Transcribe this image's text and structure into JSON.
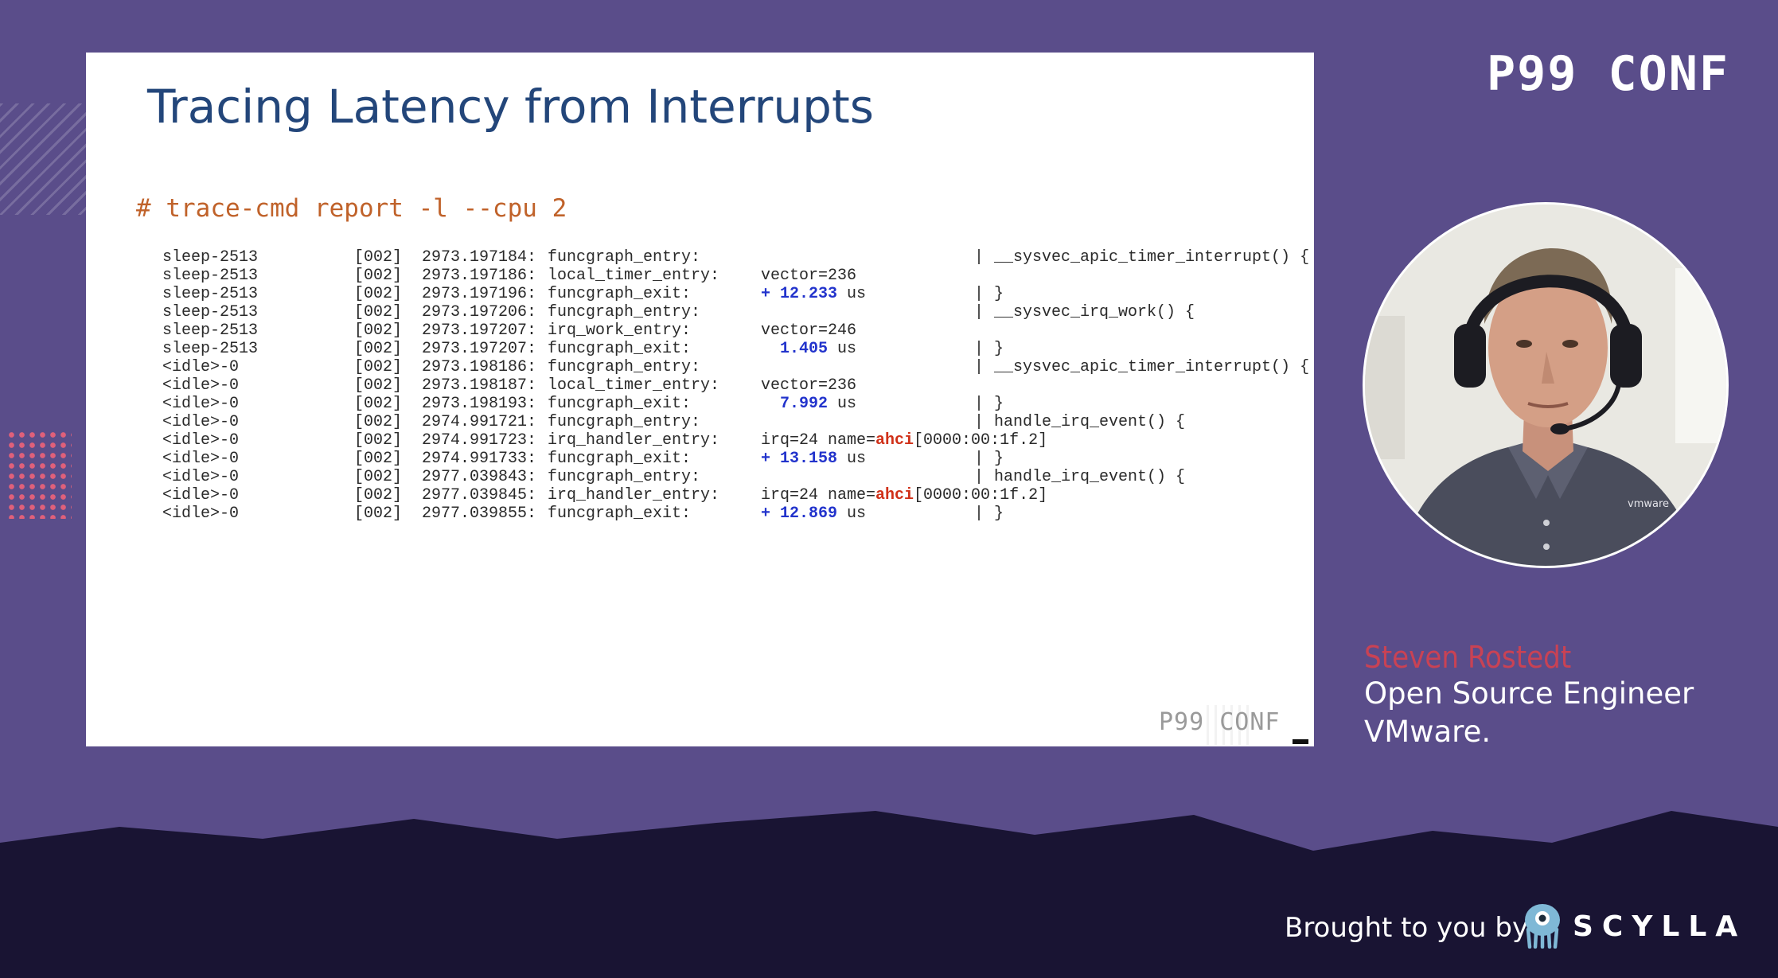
{
  "slide": {
    "title": "Tracing Latency from Interrupts",
    "command": "# trace-cmd report -l --cpu 2",
    "footer_logo": "P99 CONF",
    "trace_rows": [
      {
        "task": "sleep-2513",
        "cpu": "[002]",
        "ts": "2973.197184:",
        "event": "funcgraph_entry:",
        "info": "",
        "dur": "",
        "unit": "",
        "info_post": "",
        "bar": "|",
        "func": "__sysvec_apic_timer_interrupt() {"
      },
      {
        "task": "sleep-2513",
        "cpu": "[002]",
        "ts": "2973.197186:",
        "event": "local_timer_entry:",
        "info": "vector=236",
        "dur": "",
        "unit": "",
        "info_post": "",
        "bar": "",
        "func": ""
      },
      {
        "task": "sleep-2513",
        "cpu": "[002]",
        "ts": "2973.197196:",
        "event": "funcgraph_exit:",
        "info": "",
        "dur": "+ 12.233",
        "unit": " us",
        "info_post": "",
        "bar": "|",
        "func": "}"
      },
      {
        "task": "sleep-2513",
        "cpu": "[002]",
        "ts": "2973.197206:",
        "event": "funcgraph_entry:",
        "info": "",
        "dur": "",
        "unit": "",
        "info_post": "",
        "bar": "|",
        "func": "__sysvec_irq_work() {"
      },
      {
        "task": "sleep-2513",
        "cpu": "[002]",
        "ts": "2973.197207:",
        "event": "irq_work_entry:",
        "info": "vector=246",
        "dur": "",
        "unit": "",
        "info_post": "",
        "bar": "",
        "func": ""
      },
      {
        "task": "sleep-2513",
        "cpu": "[002]",
        "ts": "2973.197207:",
        "event": "funcgraph_exit:",
        "info": "",
        "dur": "  1.405",
        "unit": " us",
        "info_post": "",
        "bar": "|",
        "func": "}"
      },
      {
        "task": "<idle>-0",
        "cpu": "[002]",
        "ts": "2973.198186:",
        "event": "funcgraph_entry:",
        "info": "",
        "dur": "",
        "unit": "",
        "info_post": "",
        "bar": "|",
        "func": "__sysvec_apic_timer_interrupt() {"
      },
      {
        "task": "<idle>-0",
        "cpu": "[002]",
        "ts": "2973.198187:",
        "event": "local_timer_entry:",
        "info": "vector=236",
        "dur": "",
        "unit": "",
        "info_post": "",
        "bar": "",
        "func": ""
      },
      {
        "task": "<idle>-0",
        "cpu": "[002]",
        "ts": "2973.198193:",
        "event": "funcgraph_exit:",
        "info": "",
        "dur": "  7.992",
        "unit": " us",
        "info_post": "",
        "bar": "|",
        "func": "}"
      },
      {
        "task": "<idle>-0",
        "cpu": "[002]",
        "ts": "2974.991721:",
        "event": "funcgraph_entry:",
        "info": "",
        "dur": "",
        "unit": "",
        "info_post": "",
        "bar": "|",
        "func": "handle_irq_event() {"
      },
      {
        "task": "<idle>-0",
        "cpu": "[002]",
        "ts": "2974.991723:",
        "event": "irq_handler_entry:",
        "info": "irq=24 name=",
        "dur": "",
        "unit": "",
        "hl": "ahci",
        "info_post": "[0000:00:1f.2]",
        "bar": "",
        "func": ""
      },
      {
        "task": "<idle>-0",
        "cpu": "[002]",
        "ts": "2974.991733:",
        "event": "funcgraph_exit:",
        "info": "",
        "dur": "+ 13.158",
        "unit": " us",
        "info_post": "",
        "bar": "|",
        "func": "}"
      },
      {
        "task": "<idle>-0",
        "cpu": "[002]",
        "ts": "2977.039843:",
        "event": "funcgraph_entry:",
        "info": "",
        "dur": "",
        "unit": "",
        "info_post": "",
        "bar": "|",
        "func": "handle_irq_event() {"
      },
      {
        "task": "<idle>-0",
        "cpu": "[002]",
        "ts": "2977.039845:",
        "event": "irq_handler_entry:",
        "info": "irq=24 name=",
        "dur": "",
        "unit": "",
        "hl": "ahci",
        "info_post": "[0000:00:1f.2]",
        "bar": "",
        "func": ""
      },
      {
        "task": "<idle>-0",
        "cpu": "[002]",
        "ts": "2977.039855:",
        "event": "funcgraph_exit:",
        "info": "",
        "dur": "+ 12.869",
        "unit": " us",
        "info_post": "",
        "bar": "|",
        "func": "}"
      }
    ]
  },
  "conference": {
    "logo": "P99 CONF"
  },
  "speaker": {
    "name": "Steven Rostedt",
    "role": "Open Source Engineer",
    "company": "VMware.",
    "shirt_logo": "vmware"
  },
  "sponsor": {
    "prefix": "Brought to you by",
    "name": "SCYLLA",
    "icon": "scylla-monster-icon"
  },
  "colors": {
    "background": "#5a4d8a",
    "mountains": "#191433",
    "title": "#23467a",
    "command": "#c0622a",
    "duration": "#2233cc",
    "highlight": "#d03018",
    "speaker_name": "#c94254"
  }
}
